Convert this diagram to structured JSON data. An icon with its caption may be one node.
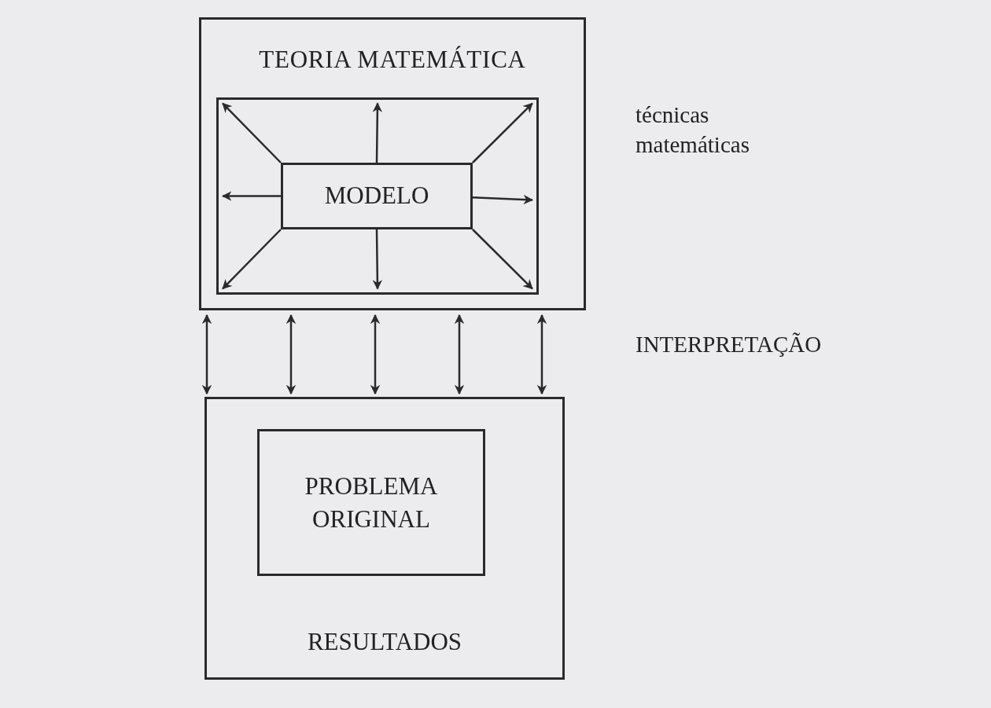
{
  "diagram": {
    "nodes": [
      {
        "text": [
          "TEORIA MATEMÁTICA"
        ]
      },
      {
        "text": [],
        "shape": "box",
        "in": 0
      },
      {
        "text": [
          "MODELO"
        ],
        "in": 1
      },
      {
        "text": [
          "RESULTADOS"
        ]
      },
      {
        "text": [
          "PROBLEMA ORIGINAL"
        ],
        "in": 3
      }
    ],
    "edges": [
      {
        "from": 2,
        "to": 1,
        "arrow": "to"
      },
      {
        "from": 2,
        "to": 1,
        "arrow": "to"
      },
      {
        "from": 2,
        "to": 1,
        "arrow": "to"
      },
      {
        "from": 2,
        "to": 1,
        "arrow": "to"
      },
      {
        "from": 2,
        "to": 1,
        "arrow": "to"
      },
      {
        "from": 2,
        "to": 1,
        "arrow": "to"
      },
      {
        "from": 2,
        "to": 1,
        "arrow": "to"
      },
      {
        "from": 2,
        "to": 1,
        "arrow": "to"
      },
      {
        "from": 0,
        "to": 3,
        "arrow": "both"
      },
      {
        "from": 0,
        "to": 3,
        "arrow": "both"
      },
      {
        "from": 0,
        "to": 3,
        "arrow": "both"
      },
      {
        "from": 0,
        "to": 3,
        "arrow": "both"
      },
      {
        "from": 0,
        "to": 3,
        "arrow": "both"
      }
    ],
    "labels": [
      "técnicas matemáticas",
      "INTERPRETAÇÃO"
    ]
  }
}
